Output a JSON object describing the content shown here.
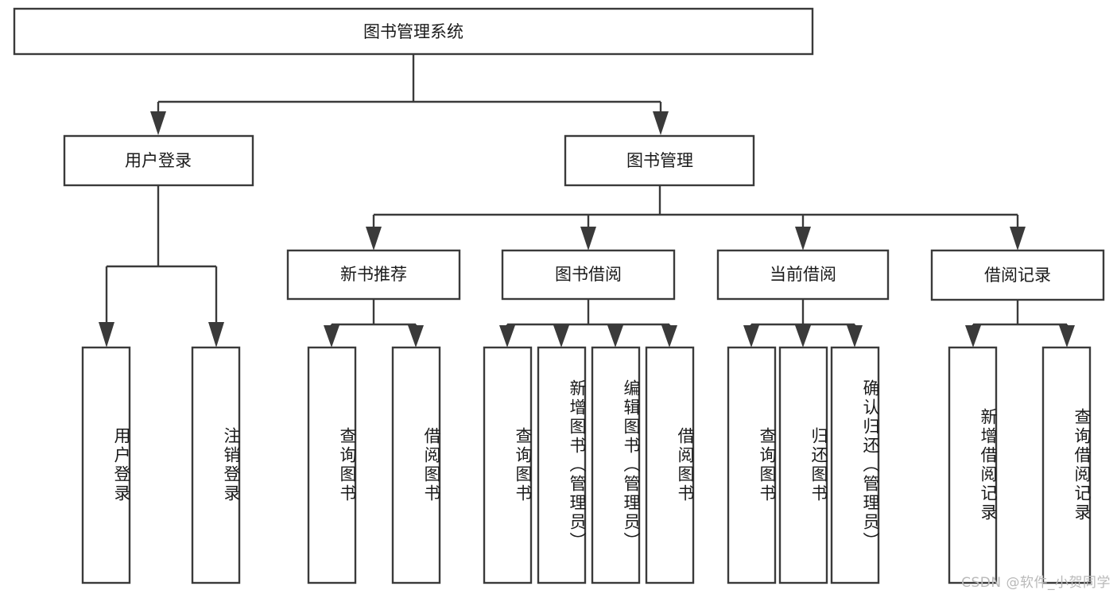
{
  "diagram": {
    "type": "tree-hierarchy-chart",
    "title": "图书管理系统",
    "watermark": "CSDN @软件_小贺同学",
    "colors": {
      "stroke": "#3a3a3a",
      "box_fill": "#ffffff",
      "text": "#1a1a1a",
      "background": "#ffffff",
      "watermark": "#b9b9b9"
    },
    "root": {
      "label": "图书管理系统"
    },
    "level1": [
      {
        "label": "用户登录"
      },
      {
        "label": "图书管理"
      }
    ],
    "level2": [
      {
        "label": "新书推荐"
      },
      {
        "label": "图书借阅"
      },
      {
        "label": "当前借阅"
      },
      {
        "label": "借阅记录"
      }
    ],
    "leaves": {
      "user_login": [
        {
          "label": "用户登录"
        },
        {
          "label": "注销登录"
        }
      ],
      "new_book_recommend": [
        {
          "label": "查询图书"
        },
        {
          "label": "借阅图书"
        }
      ],
      "book_borrow": [
        {
          "label": "查询图书"
        },
        {
          "label": "新增图书（管理员）"
        },
        {
          "label": "编辑图书（管理员）"
        },
        {
          "label": "借阅图书"
        }
      ],
      "current_borrow": [
        {
          "label": "查询图书"
        },
        {
          "label": "归还图书"
        },
        {
          "label": "确认归还（管理员）"
        }
      ],
      "borrow_record": [
        {
          "label": "新增借阅记录"
        },
        {
          "label": "查询借阅记录"
        }
      ]
    }
  }
}
